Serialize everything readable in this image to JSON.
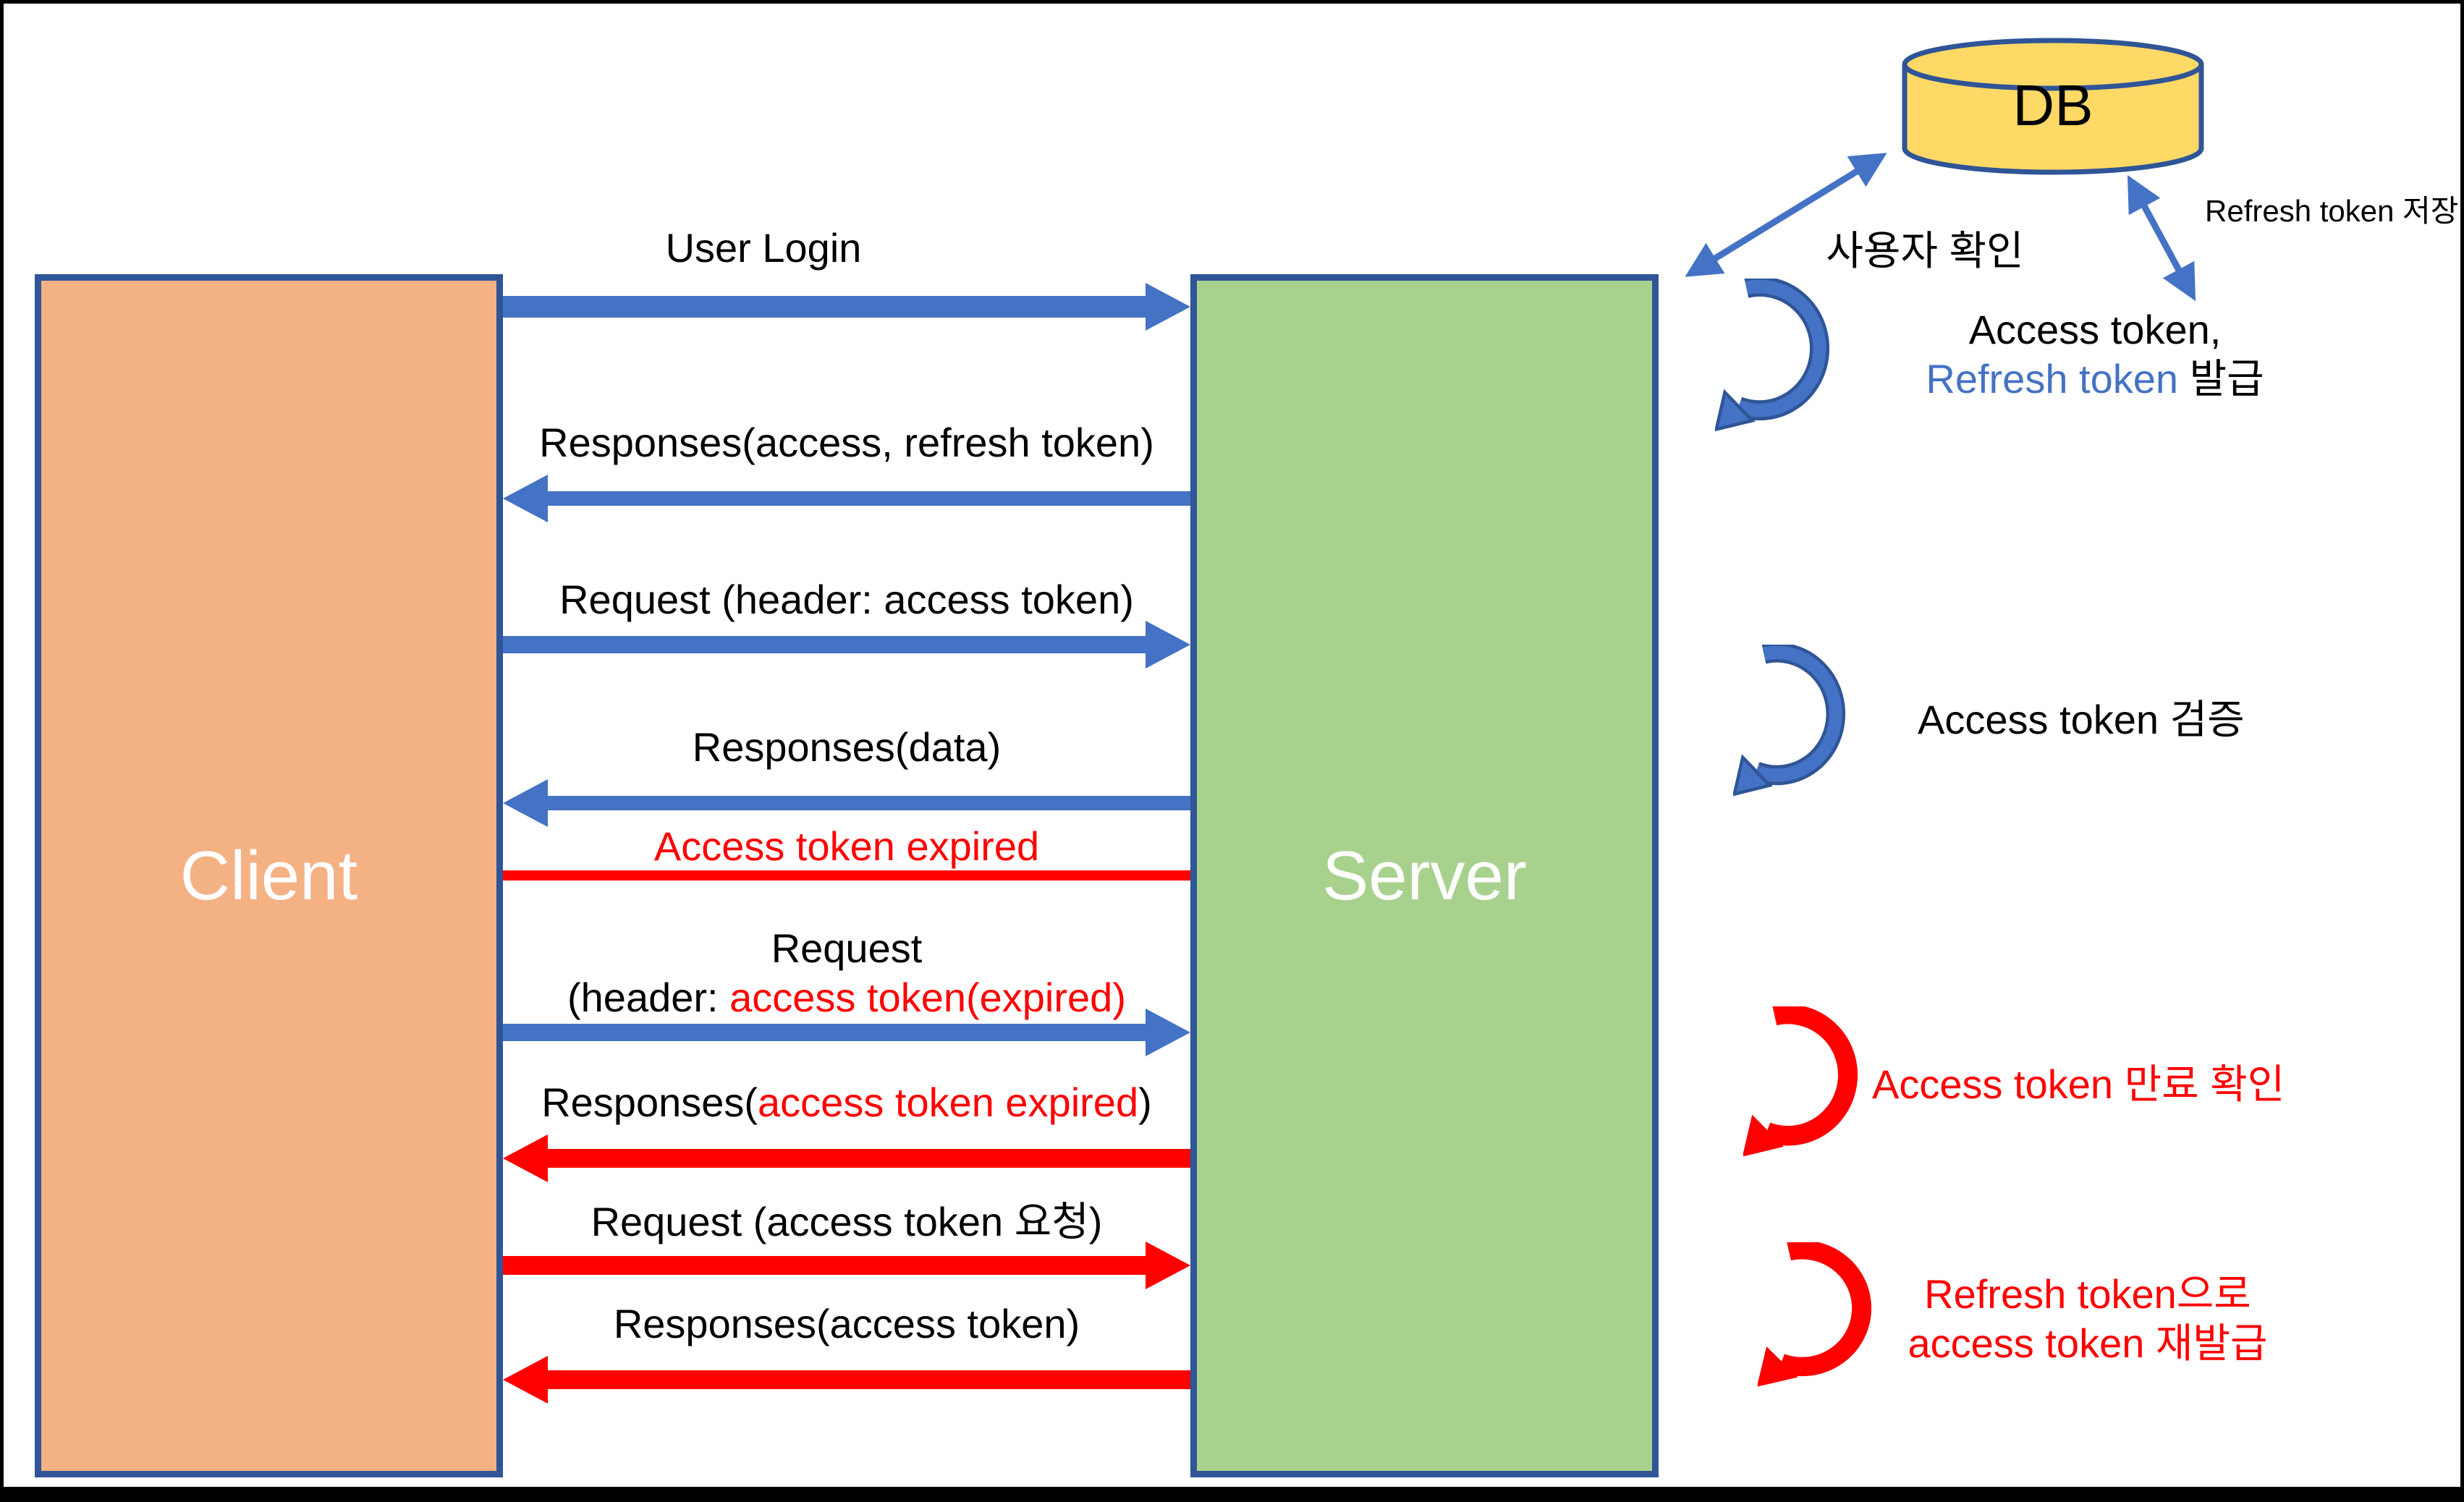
{
  "actors": {
    "client": "Client",
    "server": "Server",
    "db": "DB"
  },
  "messages": {
    "user_login": "User Login",
    "resp_tokens": "Responses(access, refresh token)",
    "req_access": "Request (header: access token)",
    "resp_data": "Responses(data)",
    "token_expired": "Access token expired",
    "req_expired_line1": "Request",
    "req_expired_line2_prefix": "(header: ",
    "req_expired_line2_red": "access token(expired)",
    "resp_expired_prefix": "Responses(",
    "resp_expired_red": "access token expired",
    "resp_expired_suffix": ")",
    "req_refresh": "Request (access token 요청)",
    "resp_access": "Responses(access token)"
  },
  "annotations": {
    "user_check": "사용자 확인",
    "issue_line1": "Access token,",
    "issue_line2_blue": "Refresh token",
    "issue_line2_rest": " 발급",
    "refresh_store": "Refresh token 저장",
    "verify": "Access token 검증",
    "expire_check": "Access token 만료 확인",
    "reissue_line1": "Refresh token으로",
    "reissue_line2": "access token 재발급"
  },
  "colors": {
    "blue": "#4472C4",
    "navy": "#2F5597",
    "red": "#FF0000",
    "client-fill": "#F4B183",
    "server-fill": "#A9D18E",
    "db-fill": "#FFD966",
    "text": "#000000",
    "frame": "#000000"
  }
}
